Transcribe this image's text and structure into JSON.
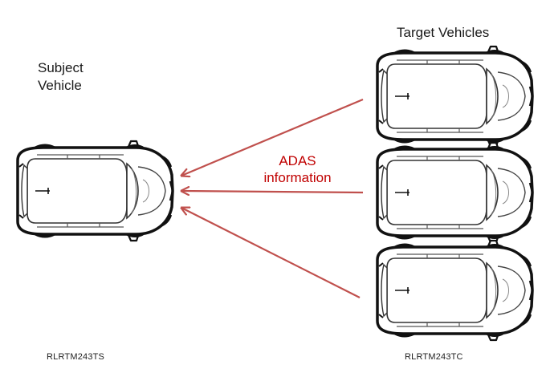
{
  "subject": {
    "title_line1": "Subject",
    "title_line2": "Vehicle",
    "code": "RLRTM243TS"
  },
  "targets": {
    "title": "Target Vehicles",
    "code": "RLRTM243TC"
  },
  "message": {
    "line1": "ADAS",
    "line2": "information"
  },
  "colors": {
    "arrow": "#c0504d",
    "message_text": "#c00000",
    "outline": "#111111"
  }
}
